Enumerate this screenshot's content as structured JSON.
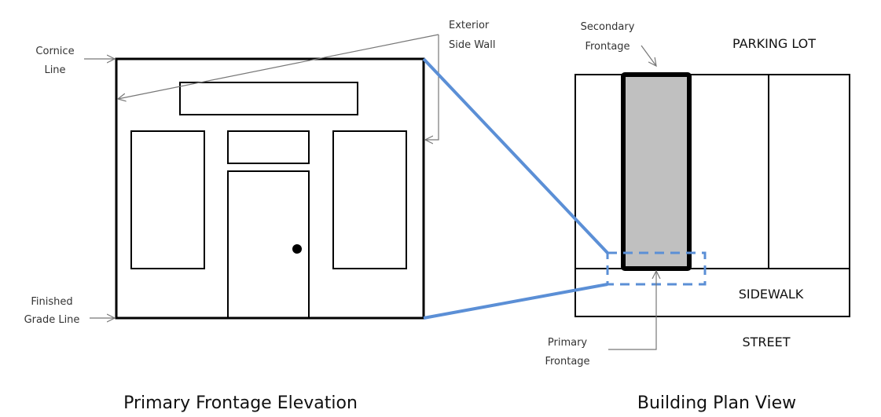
{
  "elevation": {
    "caption": "Primary Frontage Elevation",
    "labels": {
      "cornice_line": [
        "Cornice",
        "Line"
      ],
      "exterior_side_wall": [
        "Exterior",
        "Side Wall"
      ],
      "finished_grade_line": [
        "Finished",
        "Grade Line"
      ]
    }
  },
  "plan": {
    "caption": "Building Plan View",
    "zones": {
      "parking_lot": "PARKING LOT",
      "sidewalk": "SIDEWALK",
      "street": "STREET"
    },
    "labels": {
      "secondary_frontage": [
        "Secondary",
        "Frontage"
      ],
      "primary_frontage": [
        "Primary",
        "Frontage"
      ]
    }
  },
  "colors": {
    "highlight_line": "#5b8fd6",
    "building_fill": "#c0c0c0",
    "outline": "#000000",
    "leader": "#777777"
  }
}
